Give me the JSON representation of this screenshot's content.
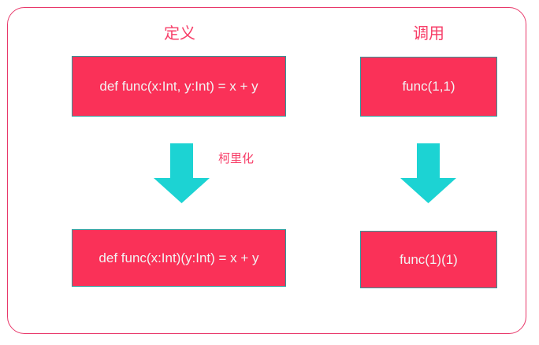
{
  "diagram": {
    "title_columns": {
      "define": "定义",
      "invoke": "调用"
    },
    "transform_label": "柯里化",
    "boxes": {
      "def_uncurried": "def func(x:Int, y:Int) = x + y",
      "call_uncurried": "func(1,1)",
      "def_curried": "def func(x:Int)(y:Int) = x + y",
      "call_curried": "func(1)(1)"
    },
    "arrows": {
      "left": "down-arrow",
      "right": "down-arrow"
    },
    "colors": {
      "frame_border": "#E8386A",
      "heading_text": "#F73E68",
      "box_fill": "#FA3158",
      "box_border": "#2E9A9B",
      "box_text": "#F2F2F2",
      "arrow_fill": "#1CD3D3",
      "label_text": "#F73E68",
      "background": "#FFFFFF"
    }
  }
}
